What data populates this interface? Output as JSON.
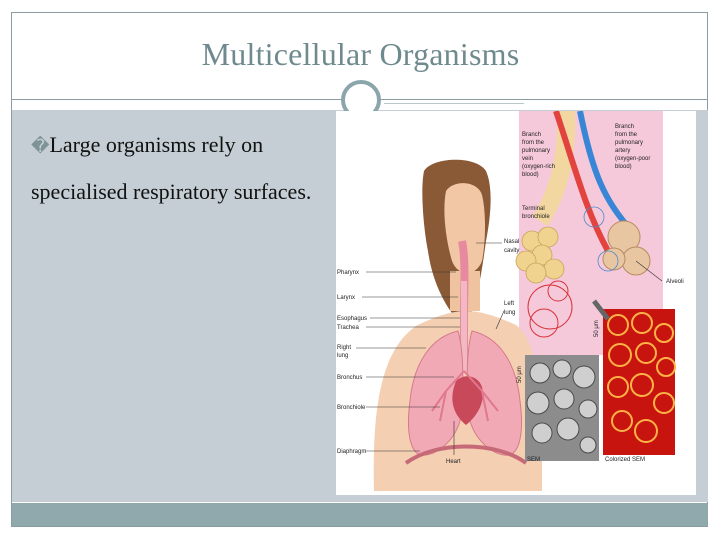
{
  "slide": {
    "title": "Multicellular Organisms",
    "bullet_glyph": "�",
    "bullet_text": "Large organisms rely on specialised respiratory surfaces."
  },
  "figure": {
    "labels_left": [
      "Pharynx",
      "Larynx",
      "Esophagus",
      "Trachea",
      "Right",
      "lung",
      "Bronchus",
      "Bronchiole",
      "Diaphragm"
    ],
    "label_nasal": [
      "Nasal",
      "cavity"
    ],
    "label_left_lung": [
      "Left",
      "lung"
    ],
    "label_heart": "Heart",
    "inset_labels_left": [
      "Branch",
      "from the",
      "pulmonary",
      "vein",
      "(oxygen-rich",
      "blood)"
    ],
    "inset_labels_right": [
      "Branch",
      "from the",
      "pulmonary",
      "artery",
      "(oxygen-poor",
      "blood)"
    ],
    "label_terminal": [
      "Terminal",
      "bronchiole"
    ],
    "label_alveoli": "Alveoli",
    "scale_1": "50 μm",
    "scale_2": "50 μm",
    "label_sem": "SEM",
    "label_colorized": "Colorized SEM"
  }
}
